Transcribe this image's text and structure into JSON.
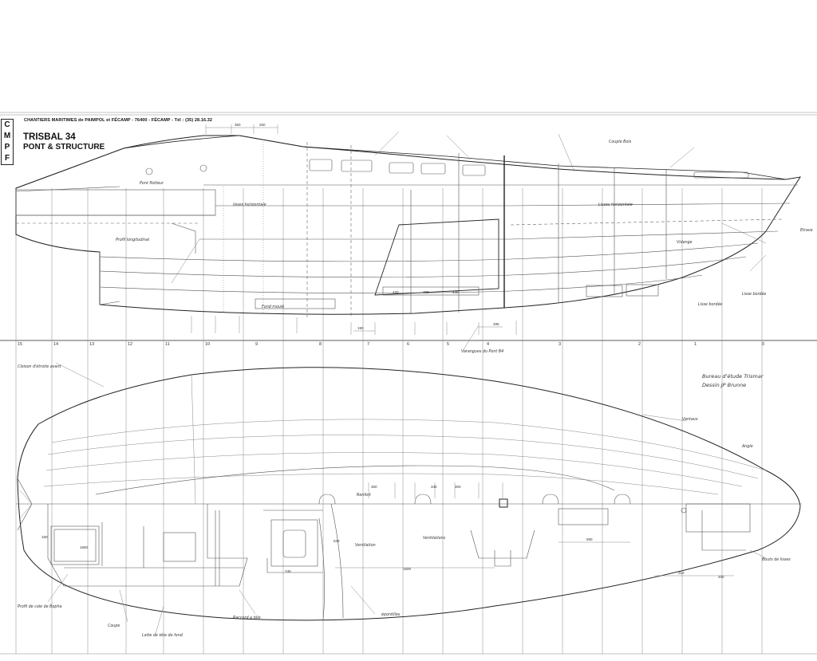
{
  "title_block": {
    "logo_letters": [
      "C",
      "M",
      "P",
      "F"
    ],
    "header": "CHANTIERS MARITIMES de PAIMPOL et FÉCAMP - 76400 - FÉCAMP - Tél : (35) 28.16.32",
    "boat_name": "TRISBAL 34",
    "drawing_title": "PONT & STRUCTURE"
  },
  "designer": {
    "office": "Bureau d'étude Trismar",
    "drawn_by": "Dessin JP Brunne"
  },
  "profile_labels": {
    "pont_flotteur": "Pont flotteur",
    "lisses_horizontale_1": "lisses horizontale",
    "lisses_horizontale_2": "Lisses horizontale",
    "couple_bois": "Couple Bois",
    "vidange": "Vidange",
    "etrave": "Etrave",
    "fond_moule": "Fond moulé",
    "lisse_bordee_1": "Lisse bordée",
    "lisse_bordee_2": "Lisse bordée",
    "profil_longitudinal": "Profil longitudinal",
    "varangues": "Varangues du Pont B4"
  },
  "plan_labels": {
    "cloison_avant": "Cloison d'étroite avant",
    "renfort": "Renfort",
    "vantaux": "Vantaux",
    "ventilation": "Ventilation",
    "ventilations": "Ventilations",
    "bouts_de_lisses": "Bouts de lisses",
    "epontilles": "épontilles",
    "profil_de_cale": "Profil de cale de Bopha",
    "coupe": "Coupe",
    "angle": "Angle",
    "latte": "Latte de tête de fond",
    "raccord": "Raccord a tôle"
  },
  "dimensions": {
    "d_350": "350",
    "d_250": "250",
    "d_420": "420",
    "d_440": "440",
    "d_400": "400",
    "d_190": "190",
    "d_285": "285",
    "d_360": "360",
    "d_1500": "1500",
    "d_590": "590",
    "d_340": "340",
    "d_300": "300",
    "d_200": "200",
    "d_210": "210",
    "d_1650": "1650",
    "d_740": "740",
    "d_150": "150",
    "d_530": "530"
  },
  "station_numbers": [
    "15",
    "14",
    "13",
    "12",
    "11",
    "10",
    "9",
    "8",
    "7",
    "6",
    "5",
    "4",
    "3",
    "2",
    "1",
    "0"
  ]
}
